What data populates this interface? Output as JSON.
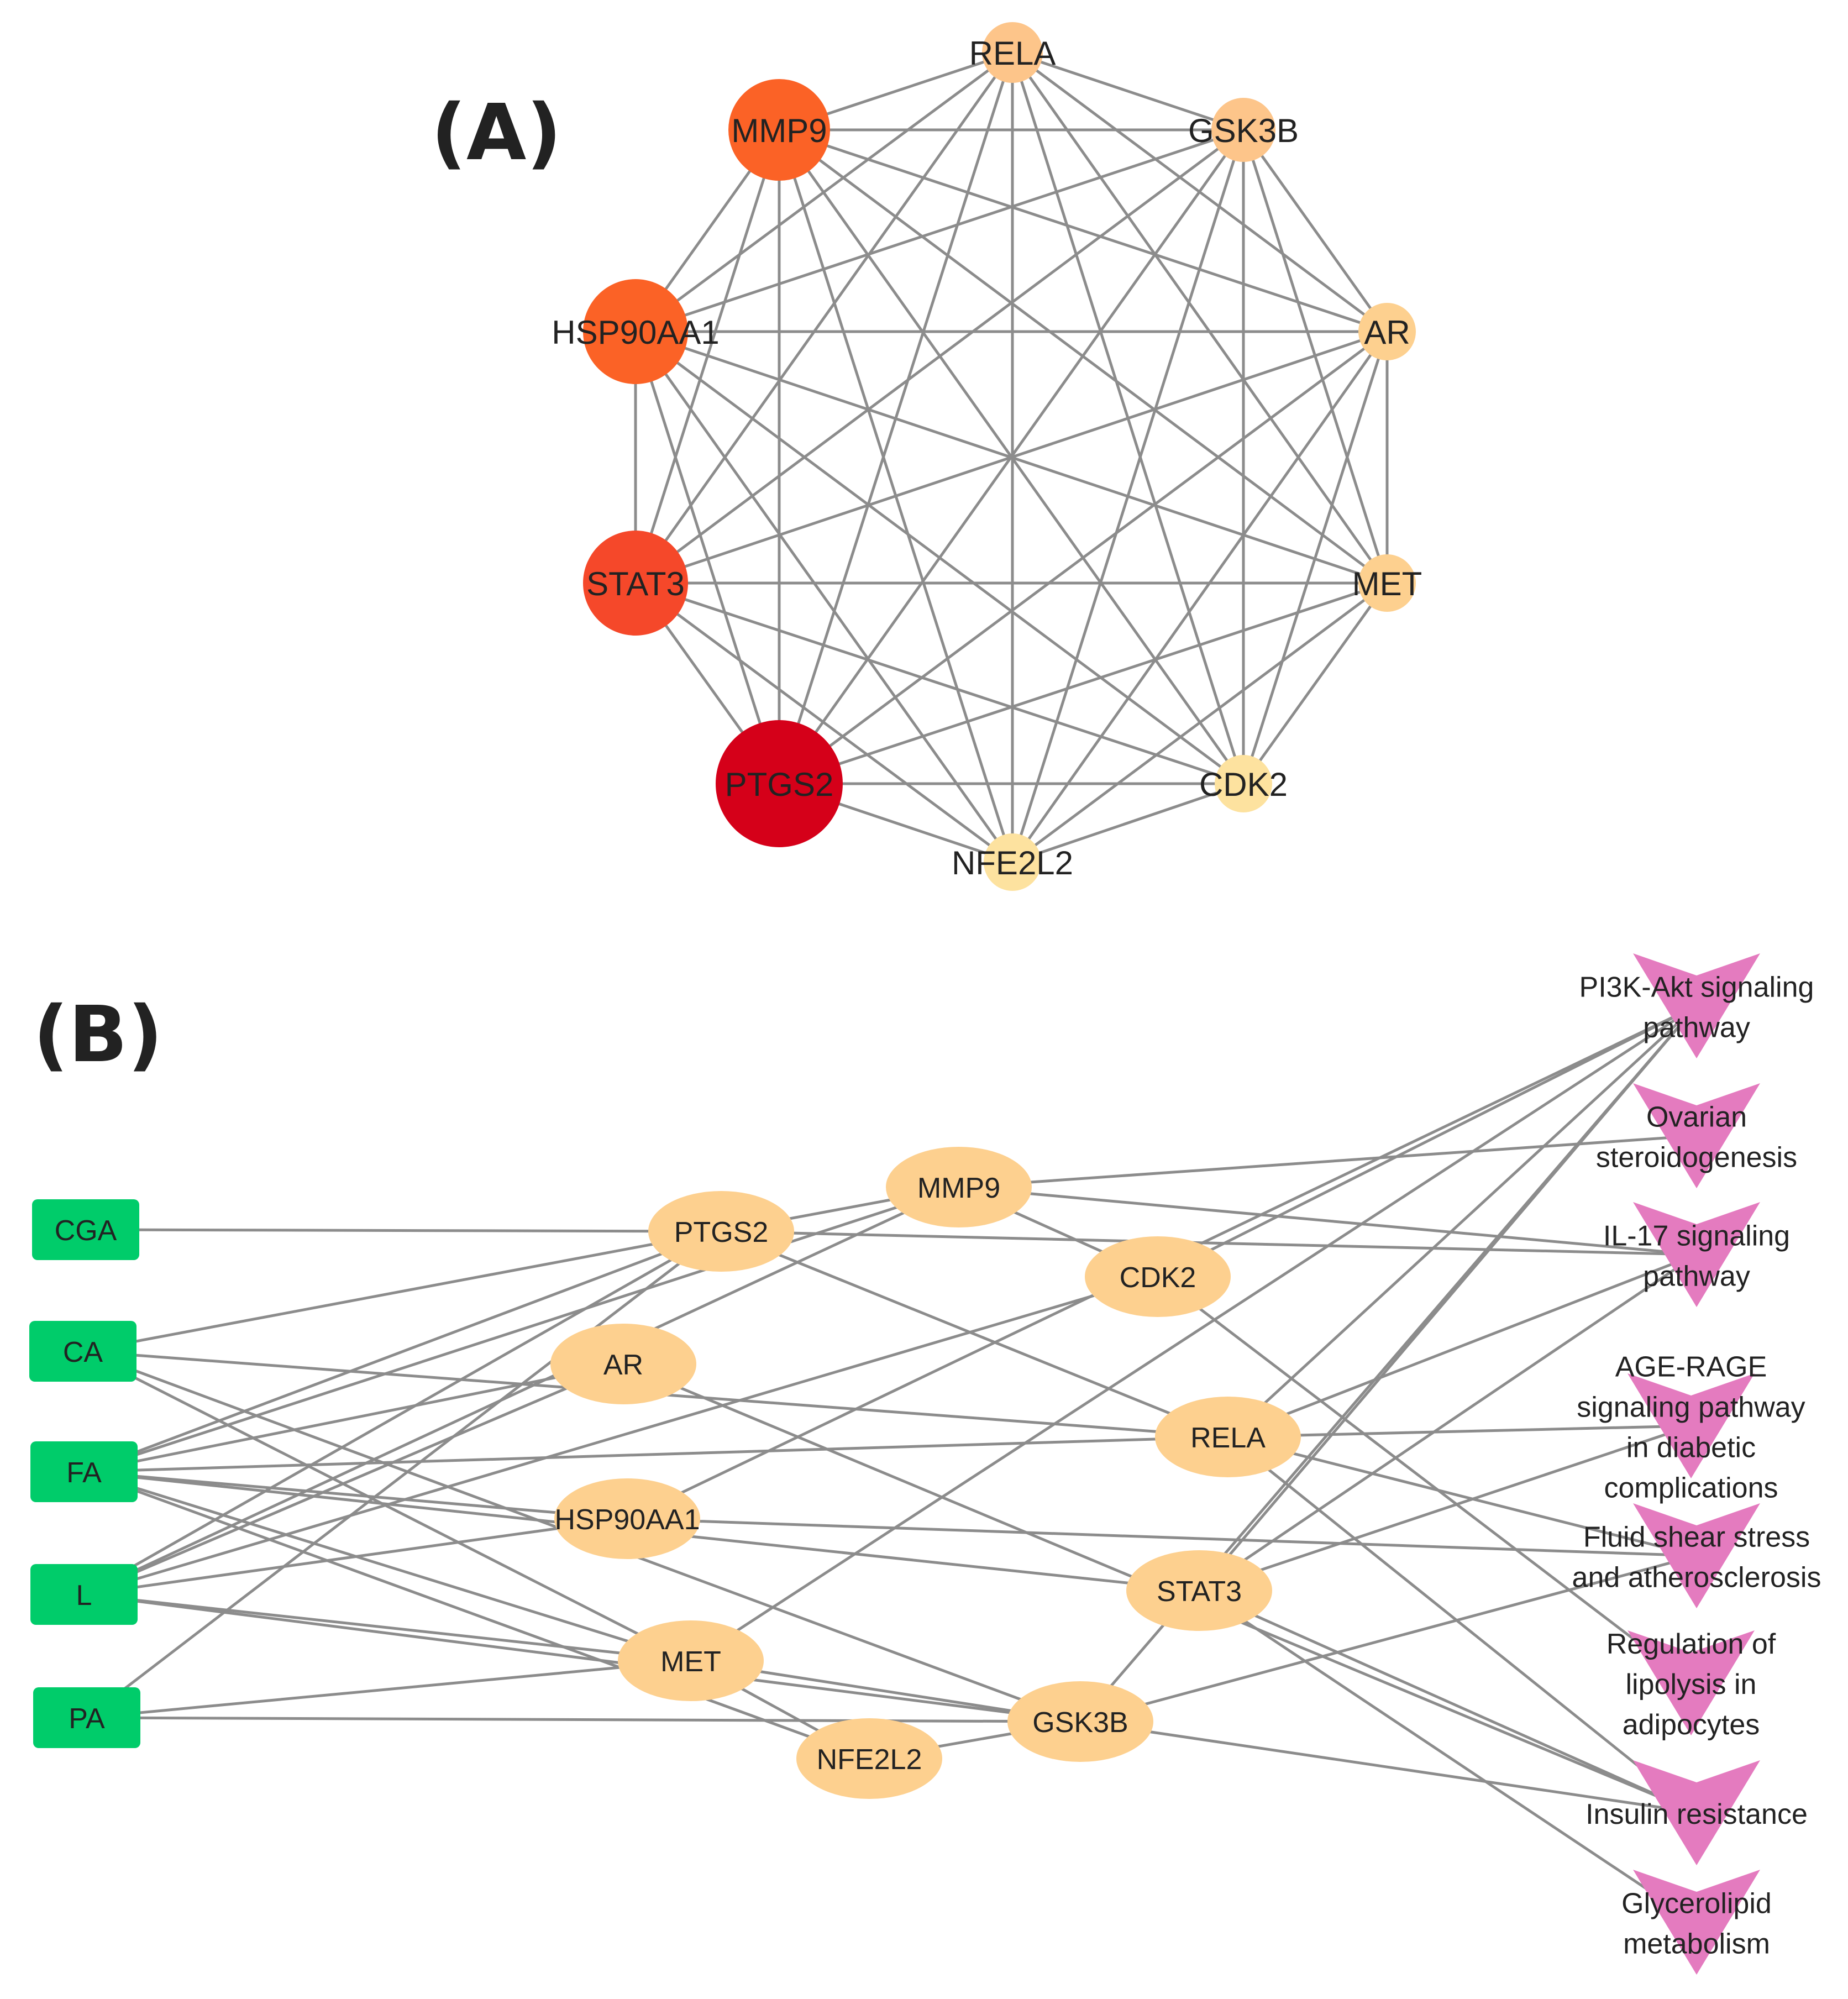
{
  "panel_a": {
    "label": "(A)",
    "nodes": [
      {
        "id": "RELA",
        "label": "RELA",
        "color": "#fdc58a"
      },
      {
        "id": "GSK3B",
        "label": "GSK3B",
        "color": "#fdc58a"
      },
      {
        "id": "AR",
        "label": "AR",
        "color": "#fdd08f"
      },
      {
        "id": "MET",
        "label": "MET",
        "color": "#fdd08f"
      },
      {
        "id": "CDK2",
        "label": "CDK2",
        "color": "#fde29f"
      },
      {
        "id": "NFE2L2",
        "label": "NFE2L2",
        "color": "#fde29f"
      },
      {
        "id": "PTGS2",
        "label": "PTGS2",
        "color": "#d50019"
      },
      {
        "id": "STAT3",
        "label": "STAT3",
        "color": "#f5482a"
      },
      {
        "id": "HSP90AA1",
        "label": "HSP90AA1",
        "color": "#fb6226"
      },
      {
        "id": "MMP9",
        "label": "MMP9",
        "color": "#fb6226"
      }
    ],
    "edges": "complete"
  },
  "panel_b": {
    "label": "(B)",
    "compounds": [
      {
        "id": "CGA",
        "label": "CGA"
      },
      {
        "id": "CA",
        "label": "CA"
      },
      {
        "id": "FA",
        "label": "FA"
      },
      {
        "id": "L",
        "label": "L"
      },
      {
        "id": "PA",
        "label": "PA"
      }
    ],
    "targets": [
      {
        "id": "MMP9",
        "label": "MMP9"
      },
      {
        "id": "PTGS2",
        "label": "PTGS2"
      },
      {
        "id": "CDK2",
        "label": "CDK2"
      },
      {
        "id": "AR",
        "label": "AR"
      },
      {
        "id": "RELA",
        "label": "RELA"
      },
      {
        "id": "HSP90AA1",
        "label": "HSP90AA1"
      },
      {
        "id": "STAT3",
        "label": "STAT3"
      },
      {
        "id": "MET",
        "label": "MET"
      },
      {
        "id": "GSK3B",
        "label": "GSK3B"
      },
      {
        "id": "NFE2L2",
        "label": "NFE2L2"
      }
    ],
    "pathways": [
      {
        "id": "P1",
        "lines": [
          "PI3K-Akt signaling",
          "pathway"
        ]
      },
      {
        "id": "P2",
        "lines": [
          "Ovarian",
          "steroidogenesis"
        ]
      },
      {
        "id": "P3",
        "lines": [
          "IL-17 signaling",
          "pathway"
        ]
      },
      {
        "id": "P4",
        "lines": [
          "AGE-RAGE",
          "signaling pathway",
          "in diabetic",
          "complications"
        ]
      },
      {
        "id": "P5",
        "lines": [
          "Fluid shear stress",
          "and atherosclerosis"
        ]
      },
      {
        "id": "P6",
        "lines": [
          "Regulation of",
          "lipolysis in",
          "adipocytes"
        ]
      },
      {
        "id": "P7",
        "lines": [
          "Insulin resistance"
        ]
      },
      {
        "id": "P8",
        "lines": [
          "Glycerolipid",
          "metabolism"
        ]
      }
    ],
    "edges": [
      [
        "CGA",
        "PTGS2"
      ],
      [
        "CA",
        "PTGS2"
      ],
      [
        "CA",
        "MET"
      ],
      [
        "CA",
        "RELA"
      ],
      [
        "CA",
        "GSK3B"
      ],
      [
        "FA",
        "PTGS2"
      ],
      [
        "FA",
        "MMP9"
      ],
      [
        "FA",
        "AR"
      ],
      [
        "FA",
        "RELA"
      ],
      [
        "FA",
        "STAT3"
      ],
      [
        "FA",
        "HSP90AA1"
      ],
      [
        "FA",
        "MET"
      ],
      [
        "FA",
        "NFE2L2"
      ],
      [
        "L",
        "PTGS2"
      ],
      [
        "L",
        "MMP9"
      ],
      [
        "L",
        "AR"
      ],
      [
        "L",
        "CDK2"
      ],
      [
        "L",
        "HSP90AA1"
      ],
      [
        "L",
        "MET"
      ],
      [
        "L",
        "GSK3B"
      ],
      [
        "PA",
        "PTGS2"
      ],
      [
        "PA",
        "MET"
      ],
      [
        "PA",
        "GSK3B"
      ],
      [
        "MMP9",
        "PTGS2"
      ],
      [
        "MMP9",
        "CDK2"
      ],
      [
        "MMP9",
        "P2"
      ],
      [
        "MMP9",
        "P3"
      ],
      [
        "PTGS2",
        "P3"
      ],
      [
        "PTGS2",
        "RELA"
      ],
      [
        "CDK2",
        "P1"
      ],
      [
        "CDK2",
        "P6"
      ],
      [
        "AR",
        "P7"
      ],
      [
        "RELA",
        "P1"
      ],
      [
        "RELA",
        "P3"
      ],
      [
        "RELA",
        "P4"
      ],
      [
        "RELA",
        "P5"
      ],
      [
        "RELA",
        "P7"
      ],
      [
        "HSP90AA1",
        "P1"
      ],
      [
        "HSP90AA1",
        "P5"
      ],
      [
        "STAT3",
        "P1"
      ],
      [
        "STAT3",
        "P3"
      ],
      [
        "STAT3",
        "P4"
      ],
      [
        "STAT3",
        "P7"
      ],
      [
        "STAT3",
        "P8"
      ],
      [
        "MET",
        "P1"
      ],
      [
        "MET",
        "NFE2L2"
      ],
      [
        "MET",
        "GSK3B"
      ],
      [
        "GSK3B",
        "P1"
      ],
      [
        "GSK3B",
        "P5"
      ],
      [
        "GSK3B",
        "P7"
      ],
      [
        "GSK3B",
        "NFE2L2"
      ]
    ],
    "colors": {
      "compound": "#00cc6a",
      "target": "#fdd08f",
      "pathway": "#e47bbf",
      "edge": "#8c8c8c"
    }
  }
}
